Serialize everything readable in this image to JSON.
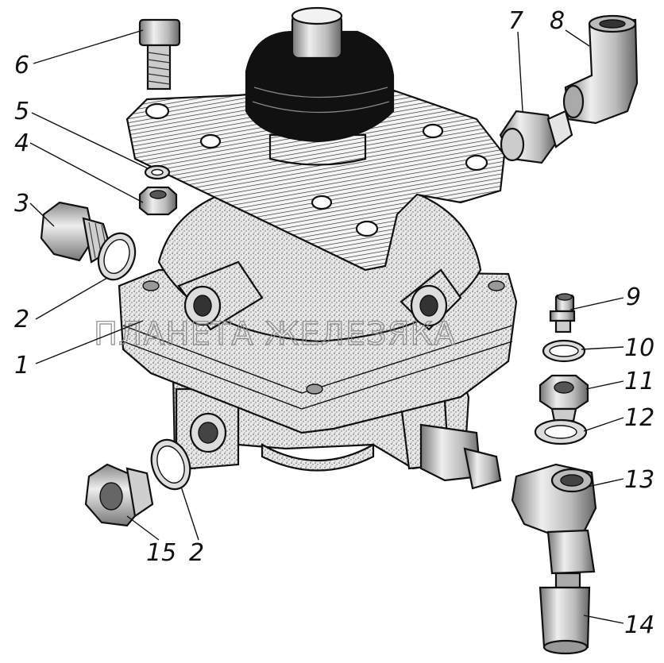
{
  "diagram": {
    "watermark": "ПЛАНЕТА ЖЕЛЕЗЯКА",
    "callouts": [
      {
        "id": "c6",
        "label": "6"
      },
      {
        "id": "c5",
        "label": "5"
      },
      {
        "id": "c4",
        "label": "4"
      },
      {
        "id": "c3",
        "label": "3"
      },
      {
        "id": "c2a",
        "label": "2"
      },
      {
        "id": "c1",
        "label": "1"
      },
      {
        "id": "c7",
        "label": "7"
      },
      {
        "id": "c8",
        "label": "8"
      },
      {
        "id": "c9",
        "label": "9"
      },
      {
        "id": "c10",
        "label": "10"
      },
      {
        "id": "c11",
        "label": "11"
      },
      {
        "id": "c12",
        "label": "12"
      },
      {
        "id": "c13",
        "label": "13"
      },
      {
        "id": "c14",
        "label": "14"
      },
      {
        "id": "c15",
        "label": "15"
      },
      {
        "id": "c2b",
        "label": "2"
      }
    ]
  }
}
